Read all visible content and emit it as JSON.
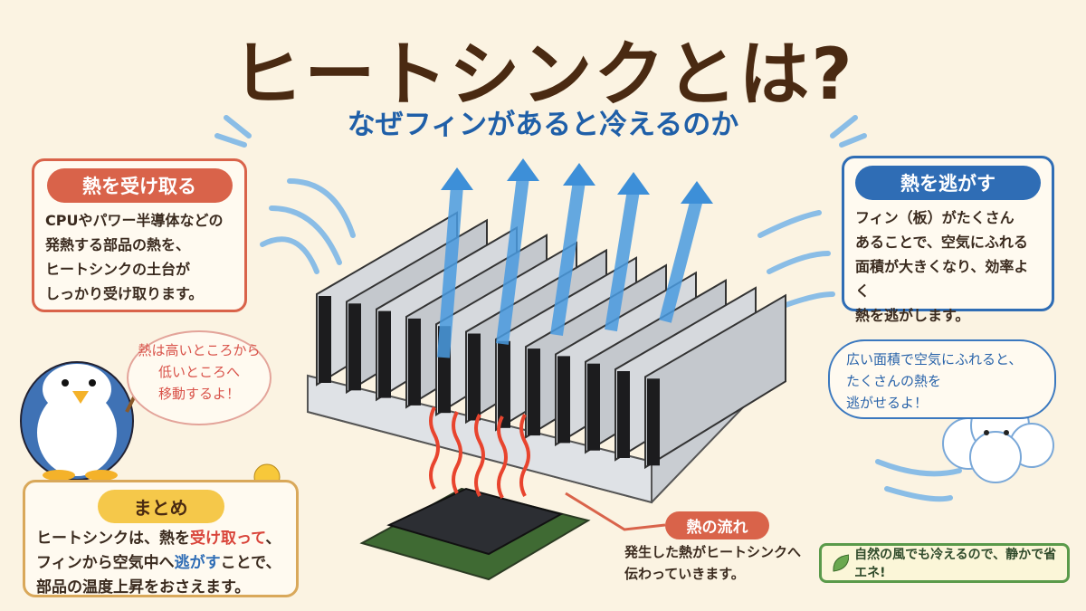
{
  "title": "ヒートシンクとは?",
  "subtitle": "なぜフィンがあると冷えるのか",
  "receive_box": {
    "label": "熱を受け取る",
    "lines": [
      "CPUやパワー半導体などの",
      "発熱する部品の熱を、",
      "ヒートシンクの土台が",
      "しっかり受け取ります。"
    ]
  },
  "release_box": {
    "label": "熱を逃がす",
    "lines": [
      "フィン（板）がたくさん",
      "あることで、空気にふれる",
      "面積が大きくなり、効率よく",
      "熱を逃がします。"
    ]
  },
  "penguin_bubble": {
    "lines": [
      "熱は高いところから",
      "低いところへ",
      "移動するよ！"
    ]
  },
  "cloud_bubble": {
    "lines": [
      "広い面積で空気にふれると、",
      "たくさんの熱を",
      "逃がせるよ！"
    ]
  },
  "summary": {
    "label": "まとめ",
    "line1_a": "ヒートシンクは、熱を",
    "line1_red": "受け取って",
    "line1_b": "、",
    "line2_a": "フィンから空気中へ",
    "line2_blue": "逃がす",
    "line2_b": "ことで、",
    "line3": "部品の温度上昇をおさえます。"
  },
  "heat_flow": {
    "label": "熱の流れ",
    "lines": [
      "発生した熱がヒートシンクへ",
      "伝わっていきます。"
    ]
  },
  "eco_note": "自然の風でも冷えるので、静かで省エネ!",
  "colors": {
    "red": "#d9634a",
    "blue": "#2f6db5",
    "brown": "#4a2a12",
    "green": "#5a9a4a"
  }
}
